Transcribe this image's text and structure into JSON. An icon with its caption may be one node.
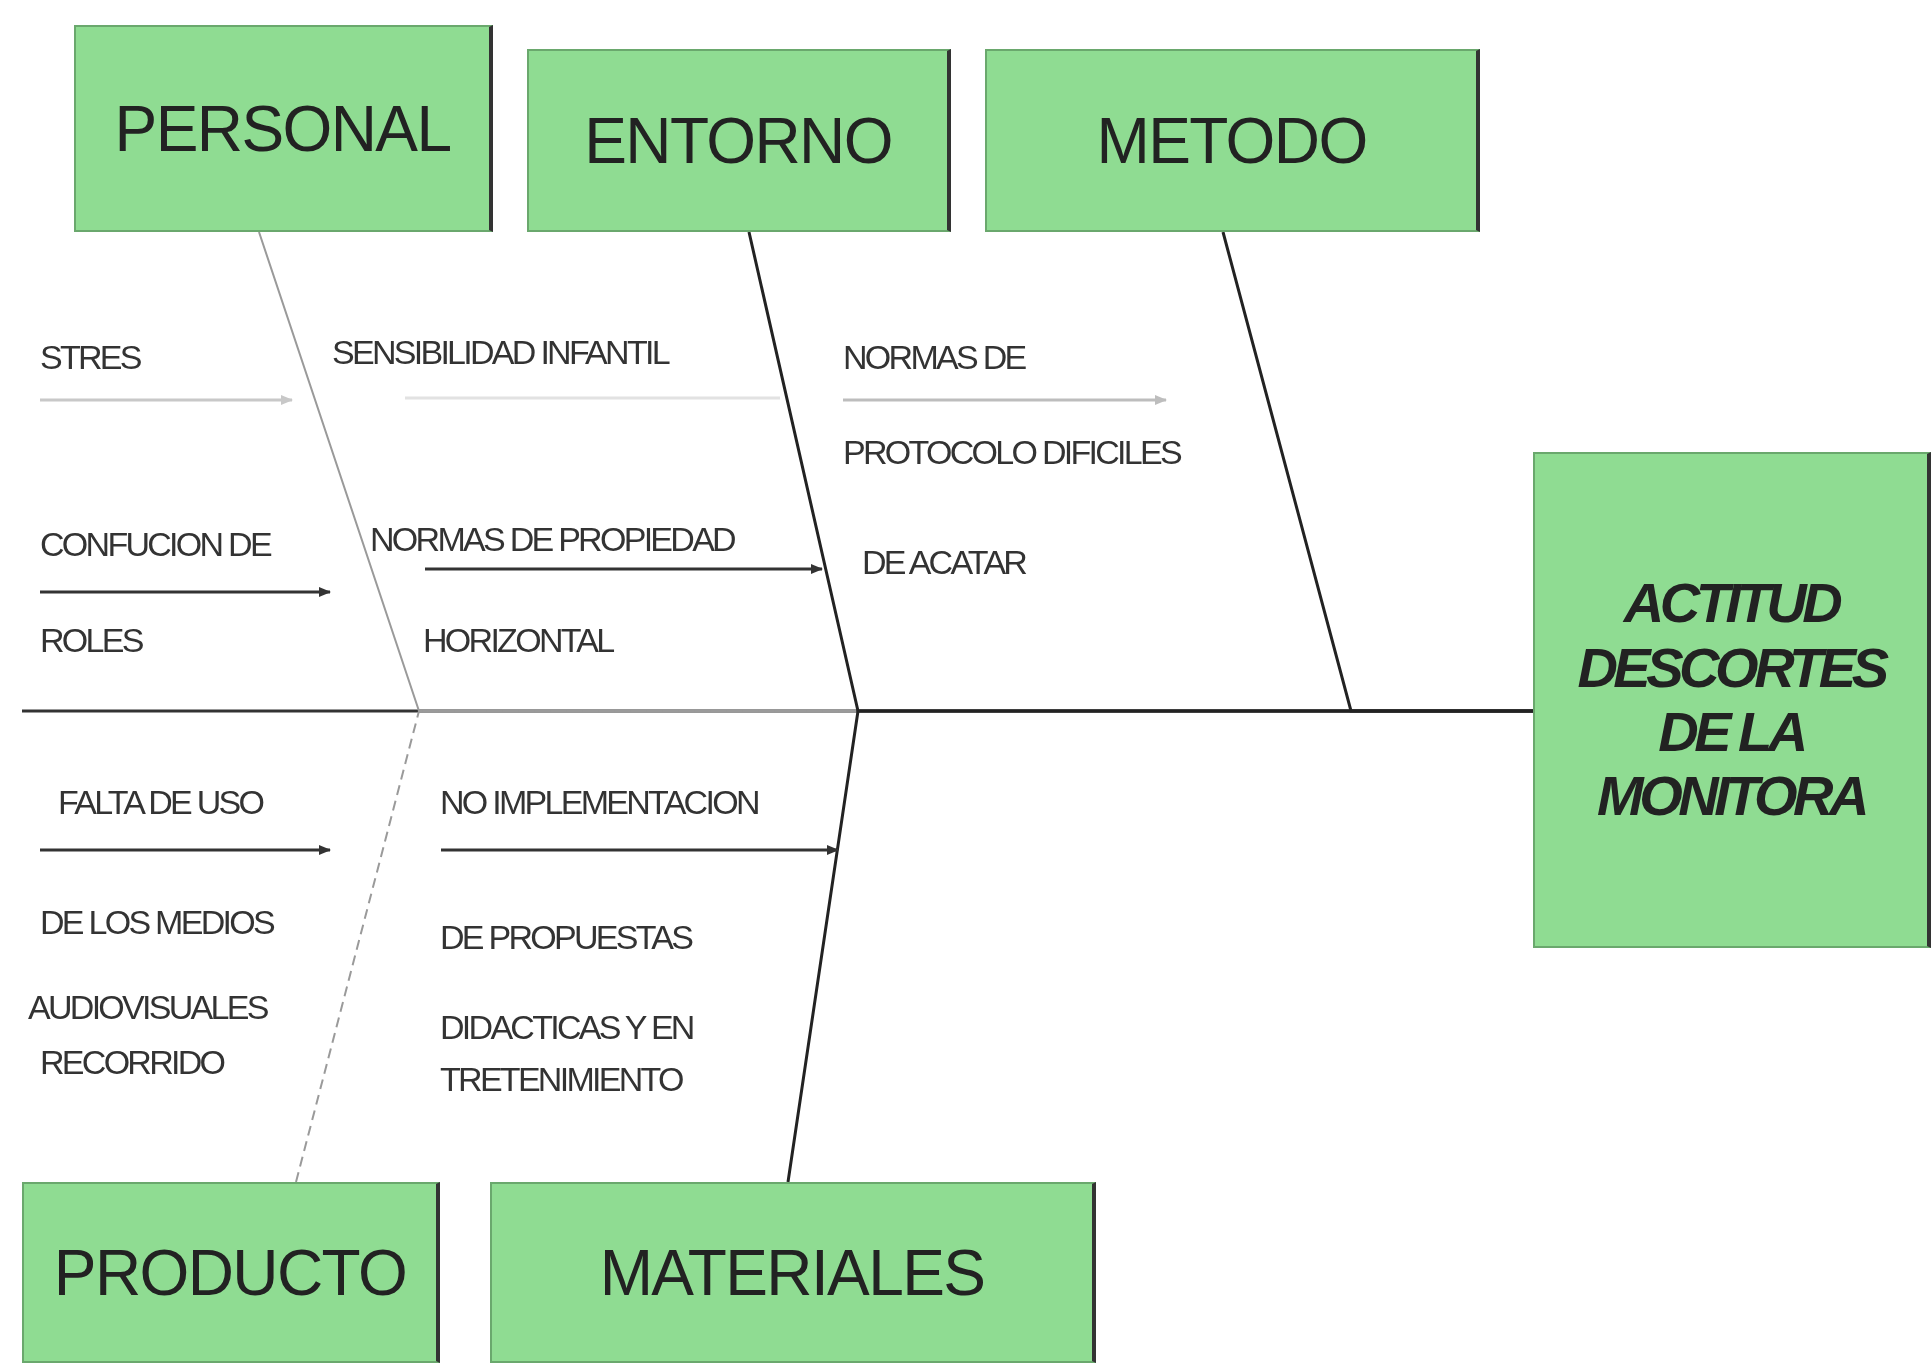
{
  "diagram": {
    "nodes": [
      {
        "text": [
          "PERSONAL"
        ]
      },
      {
        "text": [
          "ENTORNO"
        ]
      },
      {
        "text": [
          "METODO"
        ]
      },
      {
        "text": [
          "ACTITUD DESCORTES DE LA MONITORA"
        ]
      },
      {
        "text": [
          "PRODUCTO"
        ]
      },
      {
        "text": [
          "MATERIALES"
        ]
      }
    ],
    "edges": [
      {
        "from": 0,
        "to": 3,
        "arrow": "none",
        "color": "#9a9a9a"
      },
      {
        "from": 1,
        "to": 3,
        "arrow": "none"
      },
      {
        "from": 2,
        "to": 3,
        "arrow": "none"
      },
      {
        "from": 4,
        "to": 3,
        "arrow": "none",
        "style": "dashed",
        "color": "#9a9a9a"
      },
      {
        "from": 5,
        "to": 3,
        "arrow": "none"
      }
    ],
    "labels": [
      "STRES",
      "SENSIBILIDAD INFANTIL",
      "NORMAS DE",
      "PROTOCOLO DIFICILES",
      "CONFUCION DE",
      "NORMAS DE PROPIEDAD",
      "DE ACATAR",
      "ROLES",
      "HORIZONTAL",
      "FALTA DE USO",
      "NO IMPLEMENTACION",
      "DE LOS MEDIOS",
      "DE PROPUESTAS",
      "AUDIOVISUALES",
      "DIDACTICAS Y EN",
      "RECORRIDO",
      "TRETENIMIENTO"
    ]
  }
}
